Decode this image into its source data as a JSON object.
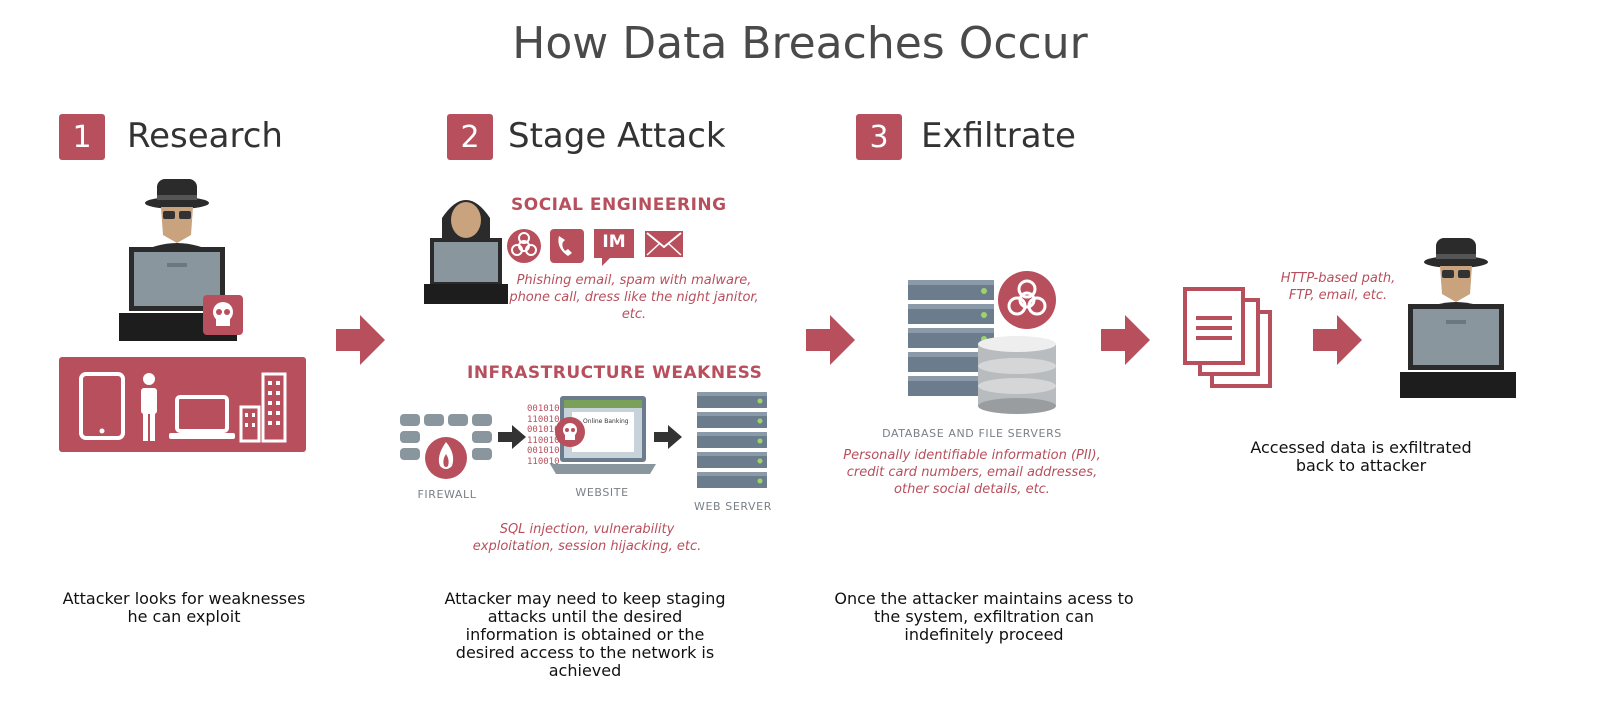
{
  "title": "How Data Breaches Occur",
  "steps": [
    {
      "number": "1",
      "label": "Research",
      "description": "Attacker looks for weaknesses he can exploit"
    },
    {
      "number": "2",
      "label": "Stage Attack",
      "description": "Attacker may need to keep staging attacks until the desired information is obtained or the desired access to the network is achieved"
    },
    {
      "number": "3",
      "label": "Exfiltrate",
      "description": "Once the attacker maintains acess to the system, exfiltration can indefinitely proceed"
    }
  ],
  "social": {
    "heading": "SOCIAL ENGINEERING",
    "im_label": "IM",
    "caption": "Phishing email, spam with malware, phone call, dress like the night janitor, etc."
  },
  "infra": {
    "heading": "INFRASTRUCTURE WEAKNESS",
    "firewall_label": "FIREWALL",
    "website_label": "WEBSITE",
    "webserver_label": "WEB SERVER",
    "binary_text": "001010\n110010\n001010\n110010\n001010\n110010",
    "browser_text": "Online Banking",
    "caption": "SQL injection, vulnerability exploitation, session hijacking, etc."
  },
  "db": {
    "label": "DATABASE AND FILE SERVERS",
    "caption": "Personally identifiable information (PII), credit card  numbers, email addresses, other social details, etc."
  },
  "exfil": {
    "path_caption": "HTTP-based path, FTP, email, etc.",
    "result": "Accessed data is exfiltrated back to attacker"
  },
  "colors": {
    "accent": "#b84f5c",
    "dark": "#2b2b2b",
    "server": "#6b7c8c"
  }
}
